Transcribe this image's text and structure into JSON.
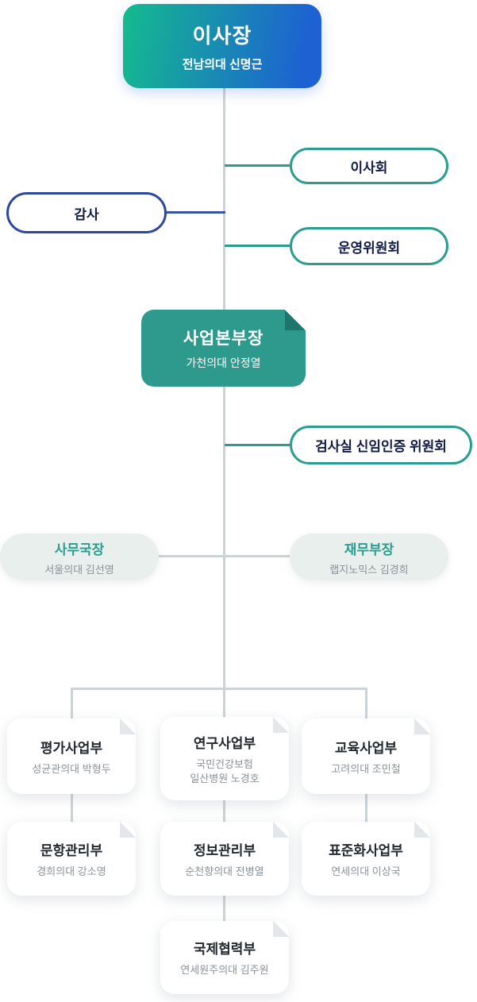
{
  "colors": {
    "teal_accent": "#2a9d8f",
    "navy_accent": "#2c489d",
    "gradient_green": "#14bb8e",
    "gradient_blue": "#1d61d2",
    "line_gray": "#ccd3d6"
  },
  "nodes": {
    "chairman": {
      "title": "이사장",
      "subtitle": "전남의대 신명근"
    },
    "board": {
      "label": "이사회"
    },
    "auditor": {
      "label": "감사"
    },
    "steering": {
      "label": "운영위원회"
    },
    "division_head": {
      "title": "사업본부장",
      "subtitle": "가천의대 안정열"
    },
    "lab_committee": {
      "label": "검사실 신임인증 위원회"
    },
    "secretary": {
      "title": "사무국장",
      "subtitle": "서울의대 김선영"
    },
    "finance": {
      "title": "재무부장",
      "subtitle": "랩지노믹스 김경희"
    },
    "dept_eval": {
      "title": "평가사업부",
      "subtitle": "성균관의대 박형두"
    },
    "dept_item": {
      "title": "문항관리부",
      "subtitle": "경희의대 강소영"
    },
    "dept_research": {
      "title": "연구사업부",
      "subtitle": "국민건강보험\n일산병원 노경호"
    },
    "dept_info": {
      "title": "정보관리부",
      "subtitle": "순천향의대 전병열"
    },
    "dept_intl": {
      "title": "국제협력부",
      "subtitle": "연세원주의대 김주원"
    },
    "dept_edu": {
      "title": "교육사업부",
      "subtitle": "고려의대 조민철"
    },
    "dept_std": {
      "title": "표준화사업부",
      "subtitle": "연세의대 이상국"
    }
  }
}
